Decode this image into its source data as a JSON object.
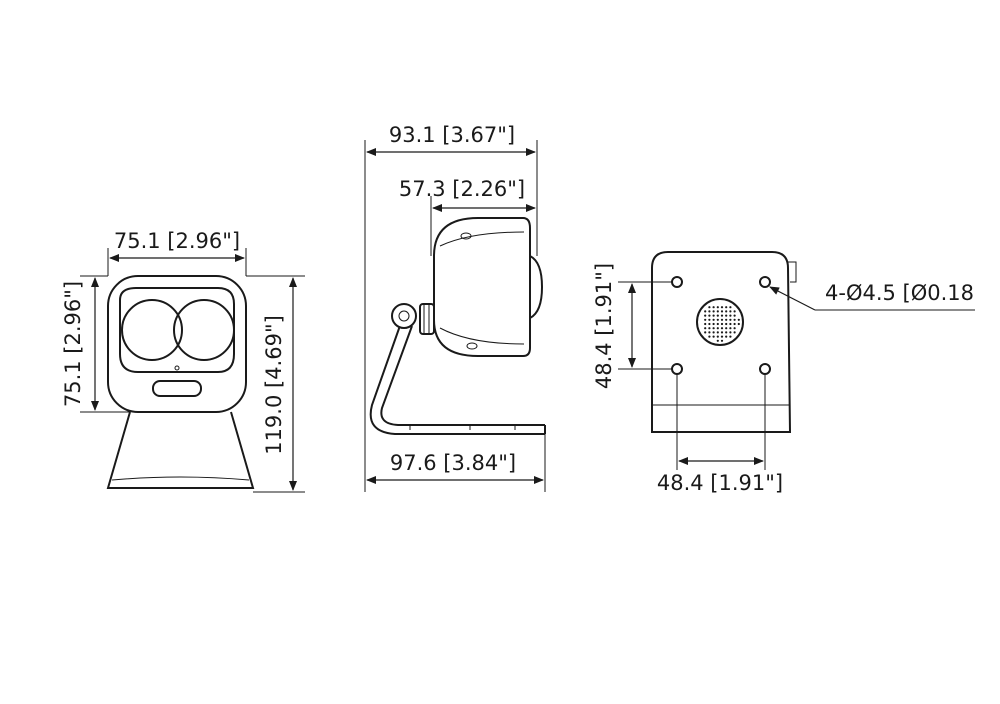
{
  "dimensions": {
    "front_width": "75.1 [2.96\"]",
    "front_height_head": "75.1 [2.96\"]",
    "front_height_total": "119.0 [4.69\"]",
    "side_top_width": "93.1 [3.67\"]",
    "side_head_depth": "57.3 [2.26\"]",
    "side_base_length": "97.6 [3.84\"]",
    "back_hole_vertical": "48.4 [1.91\"]",
    "back_hole_horizontal": "48.4 [1.91\"]",
    "hole_callout": "4-Ø4.5 [Ø0.18"
  }
}
